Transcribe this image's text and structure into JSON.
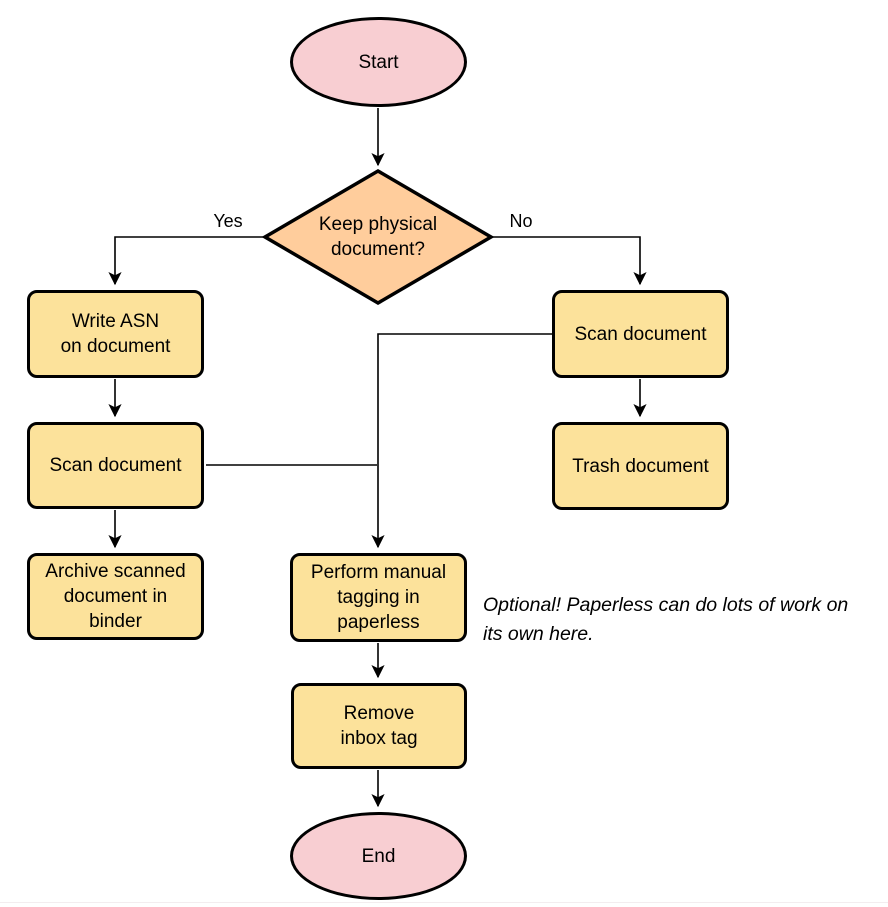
{
  "colors": {
    "terminal_fill": "#f8ced2",
    "process_fill": "#fce29b",
    "decision_fill": "#ffcd9c",
    "stroke": "#000000"
  },
  "nodes": {
    "start": {
      "type": "terminal",
      "label": "Start"
    },
    "decision": {
      "type": "decision",
      "label": "Keep physical\ndocument?"
    },
    "write_asn": {
      "type": "process",
      "label": "Write ASN\non document"
    },
    "scan_left": {
      "type": "process",
      "label": "Scan document"
    },
    "archive": {
      "type": "process",
      "label": "Archive scanned\ndocument in\nbinder"
    },
    "scan_right": {
      "type": "process",
      "label": "Scan document"
    },
    "trash": {
      "type": "process",
      "label": "Trash document"
    },
    "tagging": {
      "type": "process",
      "label": "Perform manual\ntagging in\npaperless"
    },
    "remove_inbox": {
      "type": "process",
      "label": "Remove\ninbox tag"
    },
    "end": {
      "type": "terminal",
      "label": "End"
    }
  },
  "edge_labels": {
    "yes": "Yes",
    "no": "No"
  },
  "edges": [
    {
      "from": "start",
      "to": "decision"
    },
    {
      "from": "decision",
      "to": "write_asn",
      "label": "Yes"
    },
    {
      "from": "decision",
      "to": "scan_right",
      "label": "No"
    },
    {
      "from": "write_asn",
      "to": "scan_left"
    },
    {
      "from": "scan_left",
      "to": "archive"
    },
    {
      "from": "scan_right",
      "to": "trash"
    },
    {
      "from": "scan_right",
      "to": "tagging"
    },
    {
      "from": "scan_left",
      "to": "tagging"
    },
    {
      "from": "tagging",
      "to": "remove_inbox"
    },
    {
      "from": "remove_inbox",
      "to": "end"
    }
  ],
  "annotation": "Optional! Paperless can do lots of work on\nits own here."
}
